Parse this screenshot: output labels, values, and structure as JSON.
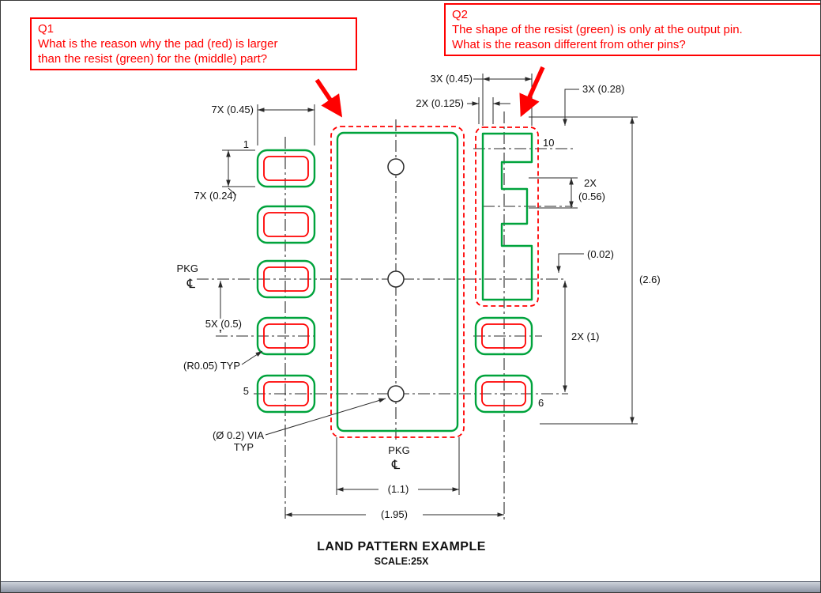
{
  "questions": {
    "q1": {
      "id": "Q1",
      "lines": [
        "What is the reason why the pad (red) is larger",
        "than the resist (green) for the (middle) part?"
      ]
    },
    "q2": {
      "id": "Q2",
      "lines": [
        "The shape of the resist (green) is only at the output pin.",
        "What is the reason different from other pins?"
      ]
    }
  },
  "dimensions": {
    "left_pad_width": "7X (0.45)",
    "left_pad_height": "7X (0.24)",
    "left_pad_pitch": "5X (0.5)",
    "corner_radius": "(R0.05) TYP",
    "via_label_line1": "(Ø 0.2) VIA",
    "via_label_line2": "TYP",
    "center_pad_width": "(1.1)",
    "pad_column_span": "(1.95)",
    "right_pad_width": "3X (0.45)",
    "right_gap": "2X (0.125)",
    "finger_width": "3X (0.28)",
    "finger_pitch_line1": "2X",
    "finger_pitch_line2": "(0.56)",
    "resist_offset": "(0.02)",
    "overall_height": "(2.6)",
    "right_pad_pitch": "2X (1)"
  },
  "pins": {
    "pin1": "1",
    "pin5": "5",
    "pin6": "6",
    "pin10": "10"
  },
  "pkg": {
    "label": "PKG",
    "centerline_symbol": "℄"
  },
  "title_block": {
    "title": "LAND PATTERN EXAMPLE",
    "scale": "SCALE:25X"
  },
  "colors": {
    "resist_green": "#00A33C",
    "pad_red": "#FF0000",
    "drawing_line": "#2A2A2A",
    "annotation_red": "#FF0000",
    "footer_bar": "#CDD2DA"
  }
}
